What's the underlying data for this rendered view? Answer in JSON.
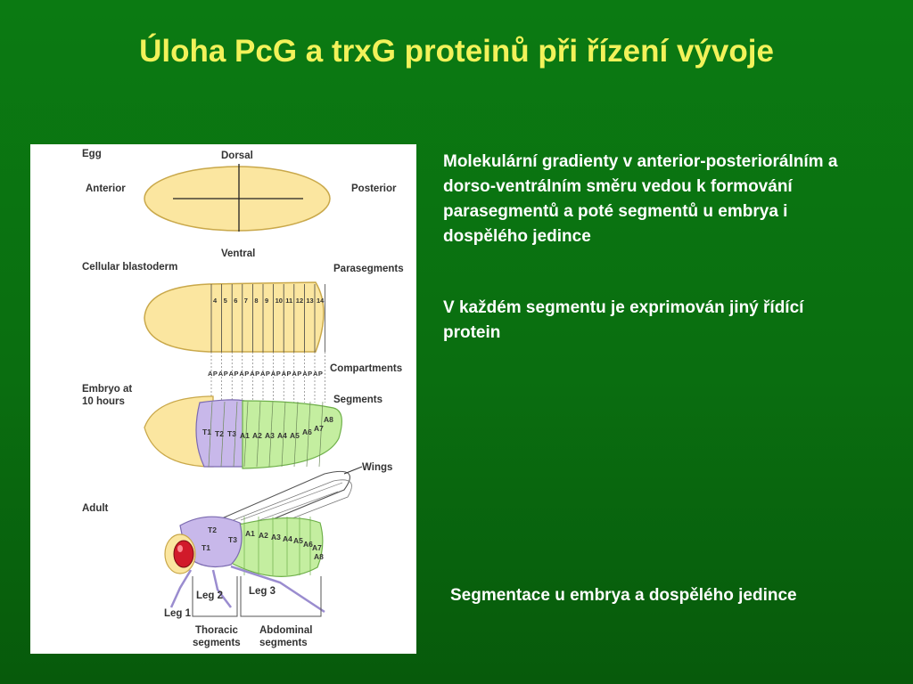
{
  "slide": {
    "title": "Úloha PcG a trxG proteinů při řízení vývoje",
    "paragraph1": "Molekulární gradienty v anterior-posteriorálním a dorso-ventrálním směru vedou k formování parasegmentů a poté segmentů u embrya i dospělého jedince",
    "paragraph2": "V každém segmentu je exprimován jiný řídící protein",
    "caption": "Segmentace u embrya a dospělého jedince"
  },
  "figure": {
    "egg": "Egg",
    "dorsal": "Dorsal",
    "ventral": "Ventral",
    "anterior": "Anterior",
    "posterior": "Posterior",
    "blastoderm": "Cellular blastoderm",
    "parasegments": "Parasegments",
    "parasegment_numbers": [
      "4",
      "5",
      "6",
      "7",
      "8",
      "9",
      "10",
      "11",
      "12",
      "13",
      "14"
    ],
    "compartments": "Compartments",
    "compartment_letters": [
      "A",
      "P",
      "A",
      "P",
      "A",
      "P",
      "A",
      "P",
      "A",
      "P",
      "A",
      "P",
      "A",
      "P",
      "A",
      "P",
      "A",
      "P",
      "A",
      "P",
      "A",
      "P"
    ],
    "embryo_line1": "Embryo at",
    "embryo_line2": "10 hours",
    "segments": "Segments",
    "embryo_segments": [
      "T1",
      "T2",
      "T3",
      "A1",
      "A2",
      "A3",
      "A4",
      "A5",
      "A6",
      "A7",
      "A8"
    ],
    "wings": "Wings",
    "adult": "Adult",
    "adult_thoracic": [
      "T1",
      "T2",
      "T3"
    ],
    "adult_abdominal": [
      "A1",
      "A2",
      "A3",
      "A4",
      "A5",
      "A6",
      "A7",
      "A8"
    ],
    "leg1": "Leg 1",
    "leg2": "Leg 2",
    "leg3": "Leg 3",
    "thoracic_line1": "Thoracic",
    "thoracic_line2": "segments",
    "abdominal_line1": "Abdominal",
    "abdominal_line2": "segments"
  },
  "colors": {
    "background": "#0a6e10",
    "title": "#f2f25a",
    "text": "#ffffff",
    "egg_fill": "#fbe6a0",
    "thorax_fill": "#c8b8ea",
    "abdomen_fill": "#c4eea0",
    "eye": "#d11a2a"
  }
}
